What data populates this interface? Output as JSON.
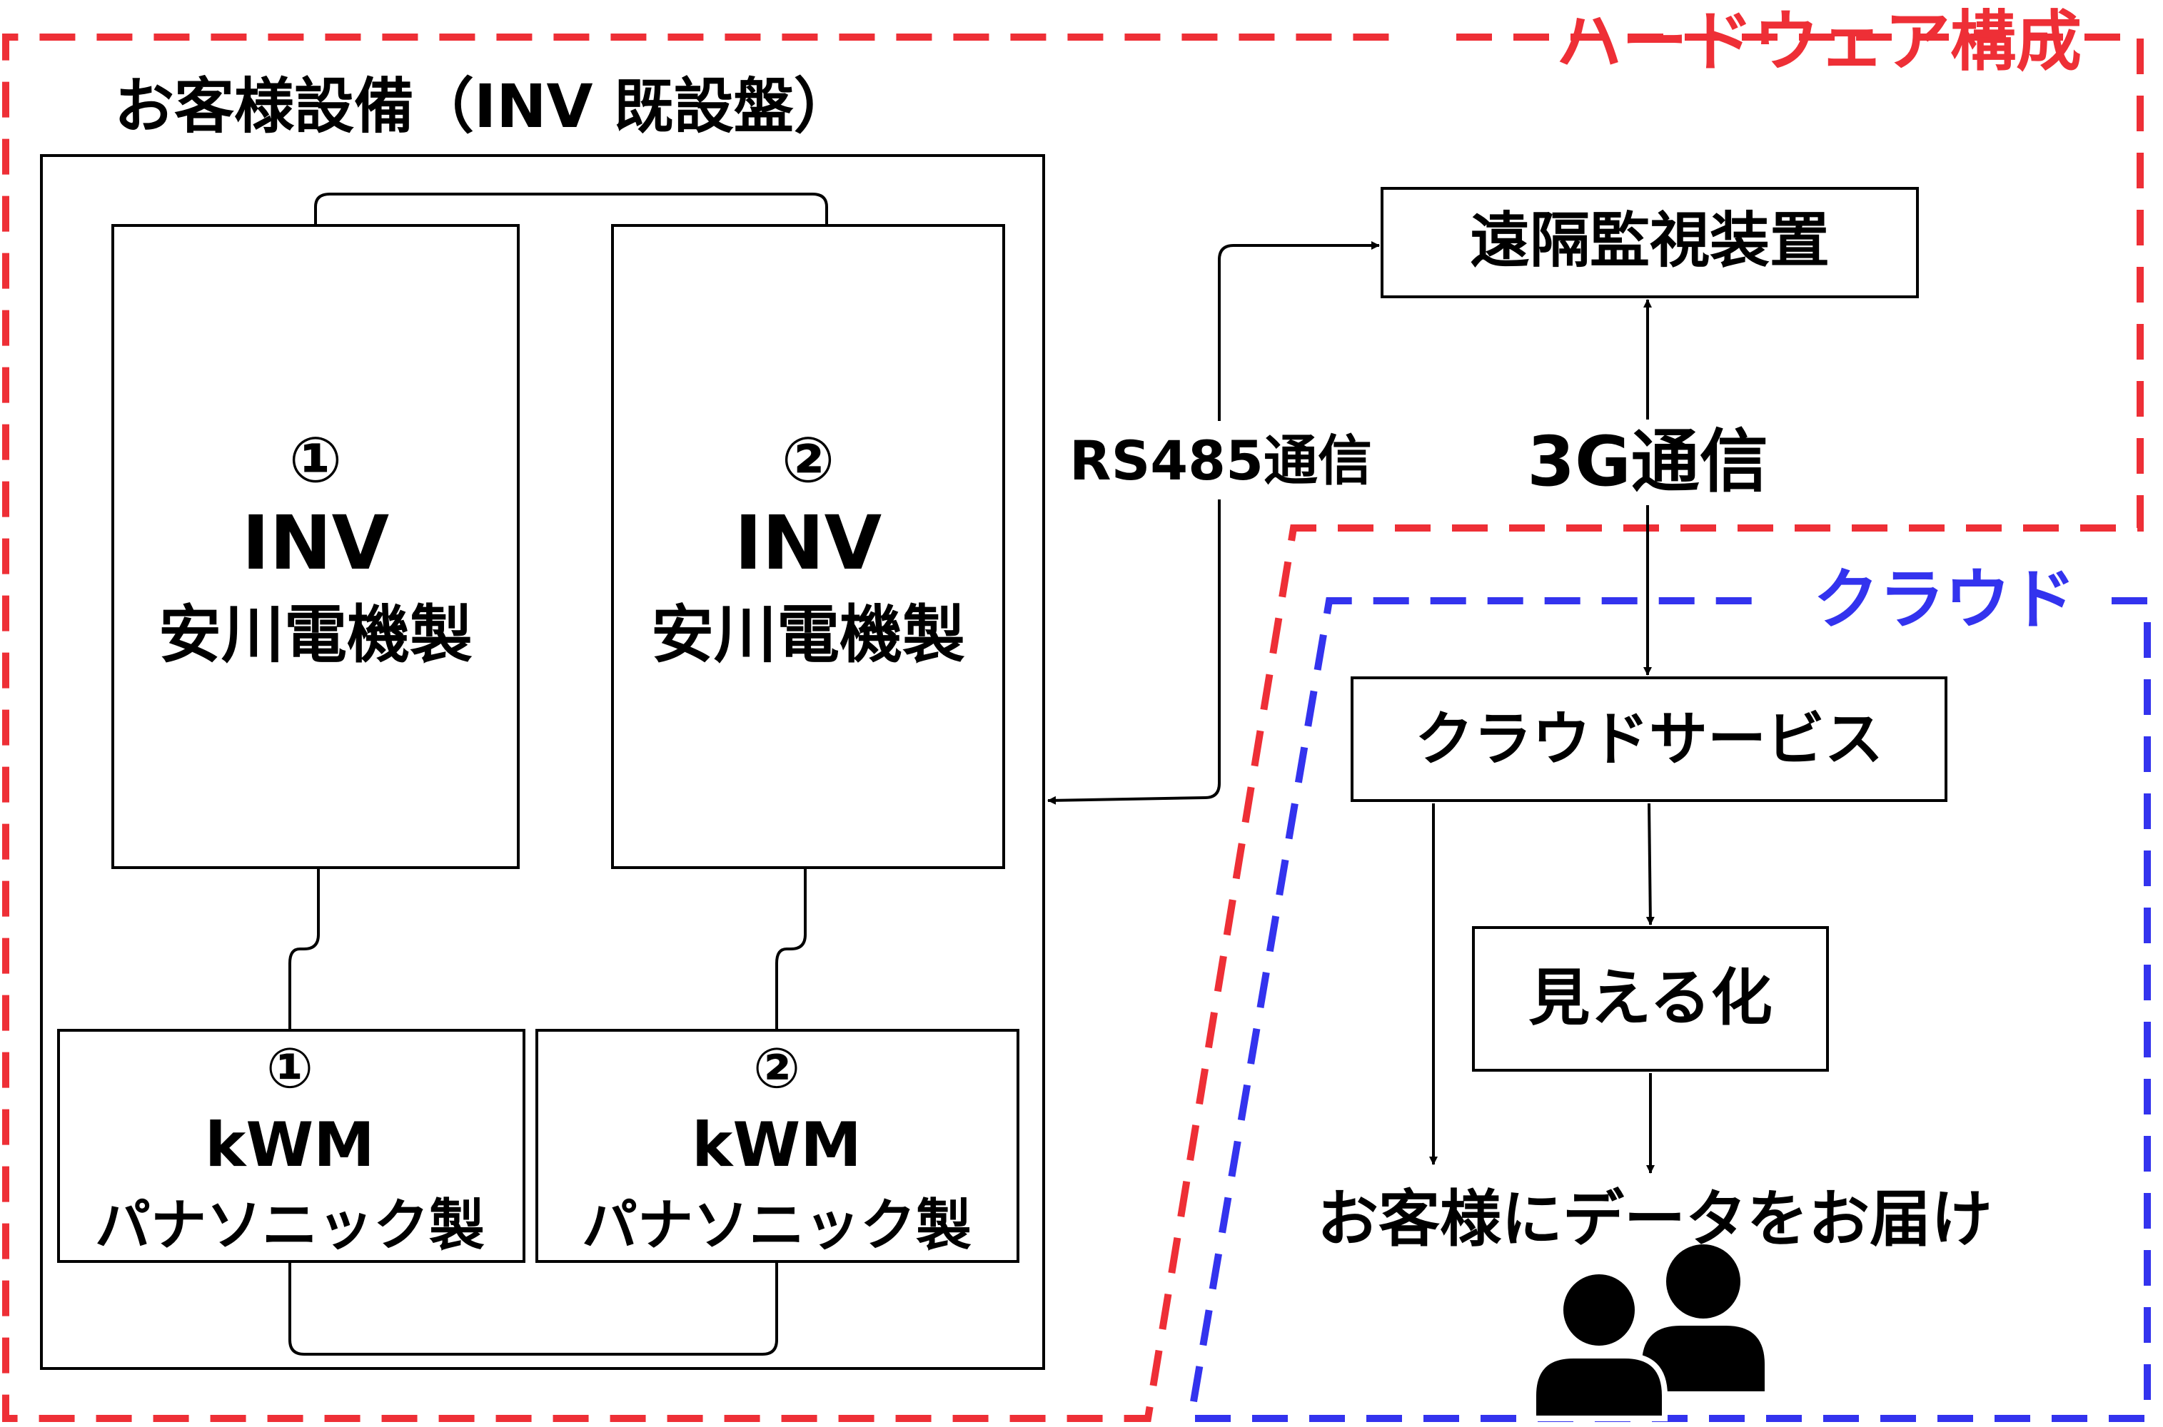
{
  "colors": {
    "hardware": "#ee2f36",
    "cloud": "#3333ee",
    "line": "#000000",
    "background": "#ffffff"
  },
  "hardware_group": {
    "label": "ハードウェア構成"
  },
  "cloud_group": {
    "label": "クラウド"
  },
  "customer_equipment": {
    "title": "お客様設備（INV 既設盤）",
    "inverters": [
      {
        "number": "①",
        "model": "INV",
        "maker": "安川電機製"
      },
      {
        "number": "②",
        "model": "INV",
        "maker": "安川電機製"
      }
    ],
    "meters": [
      {
        "number": "①",
        "model": "kWM",
        "maker": "パナソニック製"
      },
      {
        "number": "②",
        "model": "kWM",
        "maker": "パナソニック製"
      }
    ]
  },
  "monitor": {
    "label": "遠隔監視装置"
  },
  "links": {
    "rs485": "RS485通信",
    "g3": "3G通信"
  },
  "cloud_service": {
    "label": "クラウドサービス"
  },
  "visualization": {
    "label": "見える化"
  },
  "delivery": {
    "label": "お客様にデータをお届け",
    "icon": "users-icon"
  }
}
